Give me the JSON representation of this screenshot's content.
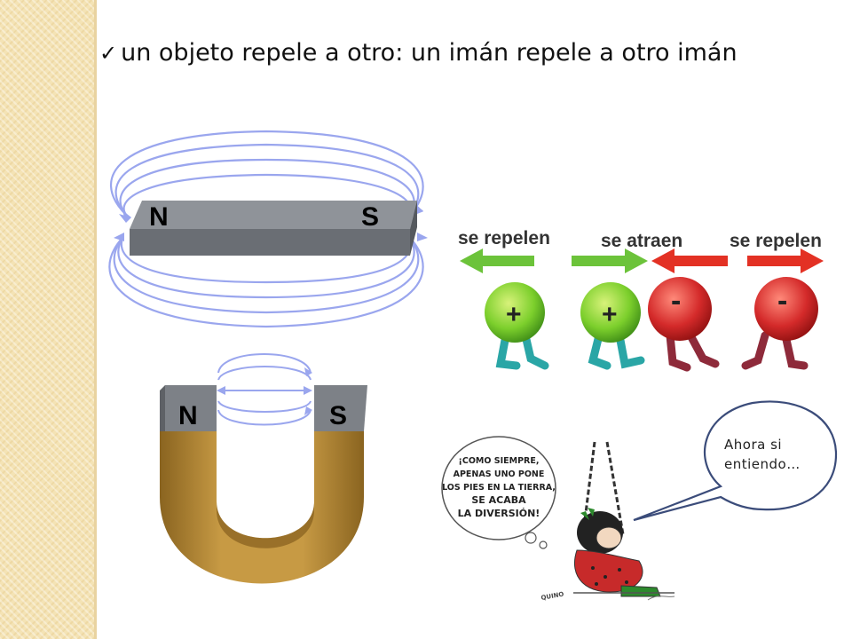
{
  "slide": {
    "bullet_text": "un objeto repele a otro: un imán repele a otro imán",
    "check_icon": "check-icon"
  },
  "bar_magnet": {
    "north_label": "N",
    "south_label": "S"
  },
  "horseshoe_magnet": {
    "north_label": "N",
    "south_label": "S"
  },
  "charges": {
    "label_repel_left": "se repelen",
    "label_attract": "se atraen",
    "label_repel_right": "se repelen",
    "balls": [
      "+",
      "+",
      "-",
      "-"
    ],
    "colors": {
      "positive": "#7ccf2c",
      "negative": "#d42a2a",
      "arrow_green": "#6cc33a",
      "arrow_red": "#e33124"
    }
  },
  "comic": {
    "thought_lines": [
      "¡COMO SIEMPRE,",
      "APENAS UNO PONE",
      "LOS PIES EN LA TIERRA,",
      "SE ACABA",
      "LA DIVERSIÓN!"
    ],
    "signature": "QUINO"
  },
  "speech_bubble": {
    "text": "Ahora si entiendo…"
  },
  "colors": {
    "field_line": "#9aa6ee",
    "magnet_gray": "#6d7177",
    "horseshoe_gold": "#b88a34"
  }
}
